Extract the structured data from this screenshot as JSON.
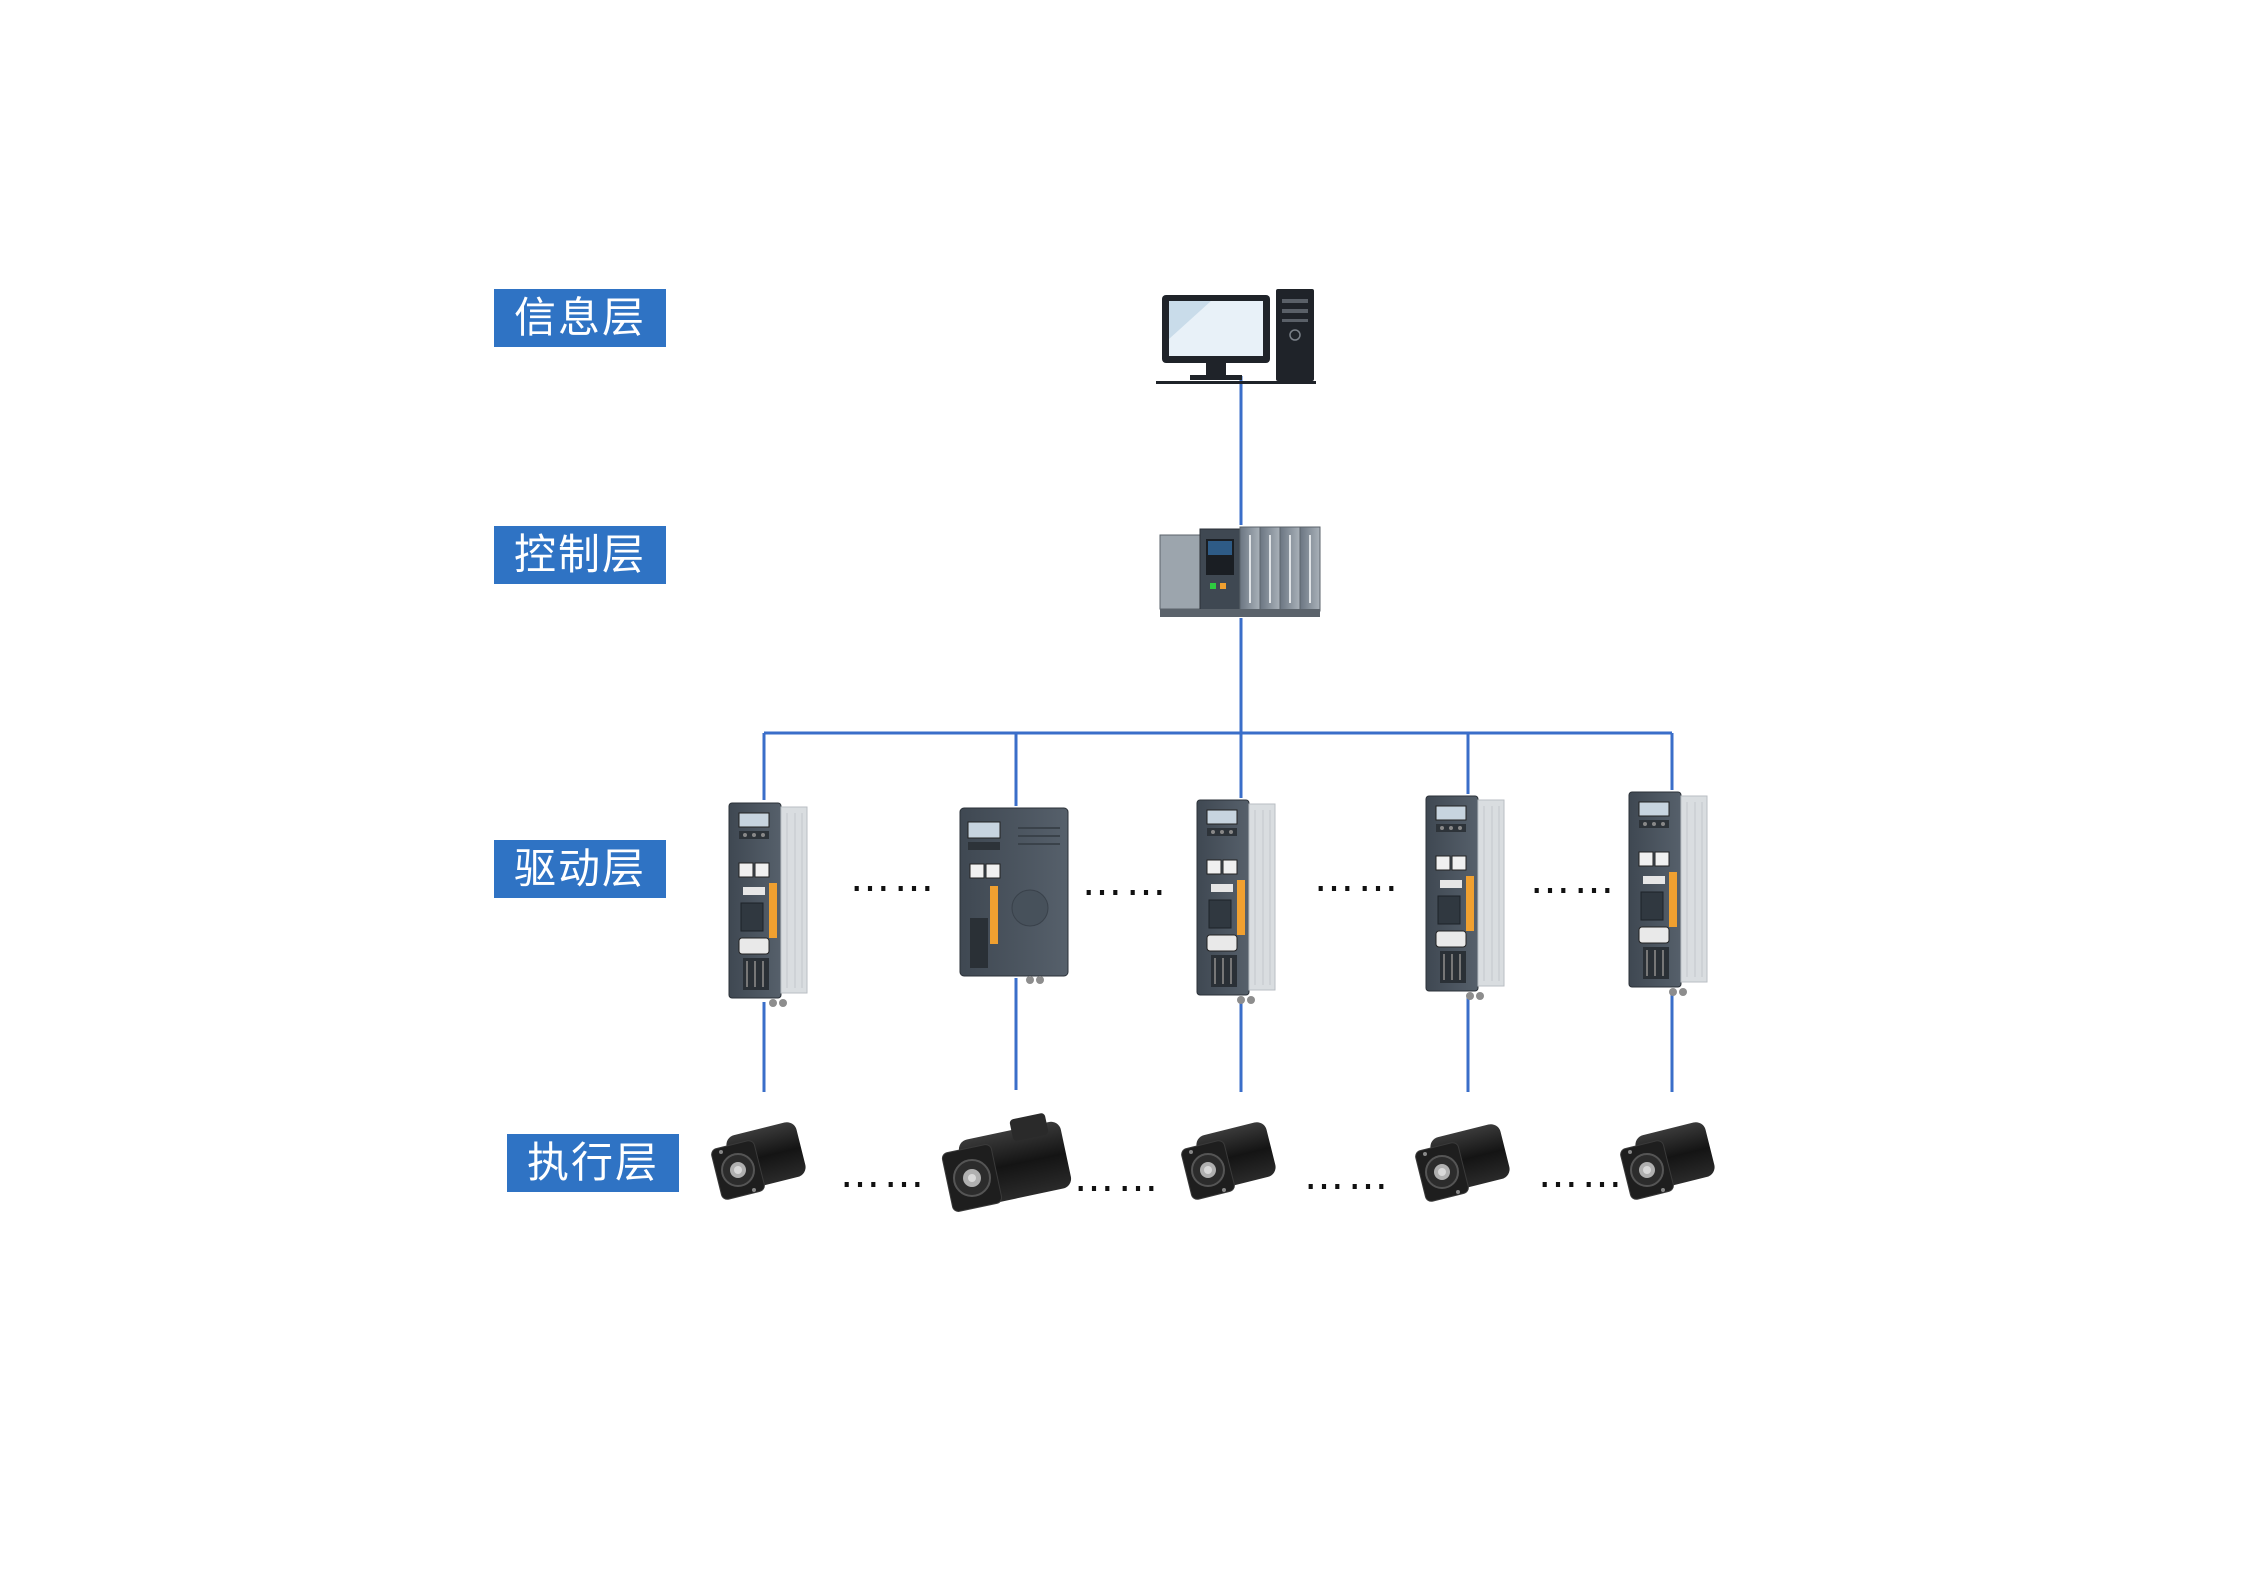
{
  "layers": {
    "info": "信息层",
    "control": "控制层",
    "drive": "驱动层",
    "actuator": "执行层"
  },
  "ellipsis": "……",
  "colors": {
    "label_bg": "#2f73c4",
    "connector": "#3a6ec9",
    "device_body": "#4b5561",
    "device_side": "#d8dcdf",
    "accent": "#f0a030",
    "motor_body": "#1c1c1c"
  },
  "devices": {
    "computer": "computer-icon",
    "plc": "plc-controller-icon",
    "drives": [
      "servo-drive",
      "servo-drive-large",
      "servo-drive",
      "servo-drive",
      "servo-drive"
    ],
    "motors": [
      "servo-motor",
      "servo-motor-brake",
      "servo-motor",
      "servo-motor",
      "servo-motor"
    ]
  }
}
